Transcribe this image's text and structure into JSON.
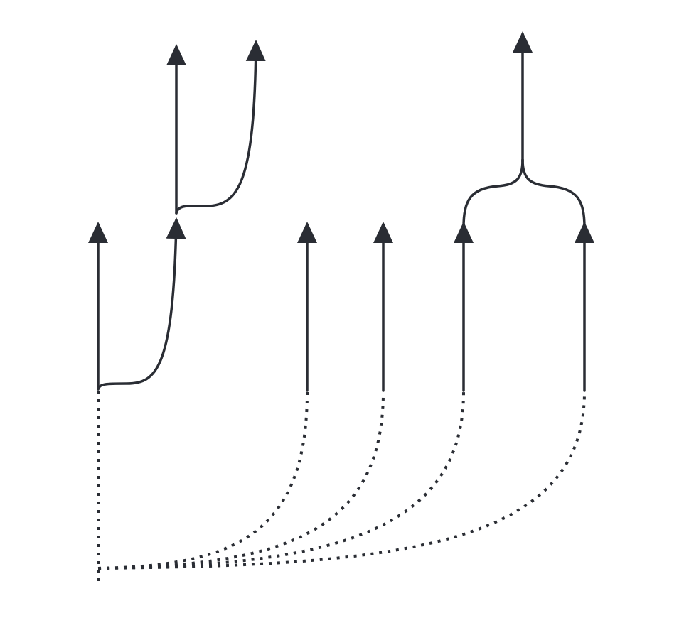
{
  "diagram": {
    "type": "branching-arrow-diagram",
    "colors": {
      "stroke": "#2a2d34",
      "background": "#ffffff"
    },
    "line_styles": [
      "solid",
      "dotted"
    ],
    "arrowhead": "filled-triangle"
  }
}
